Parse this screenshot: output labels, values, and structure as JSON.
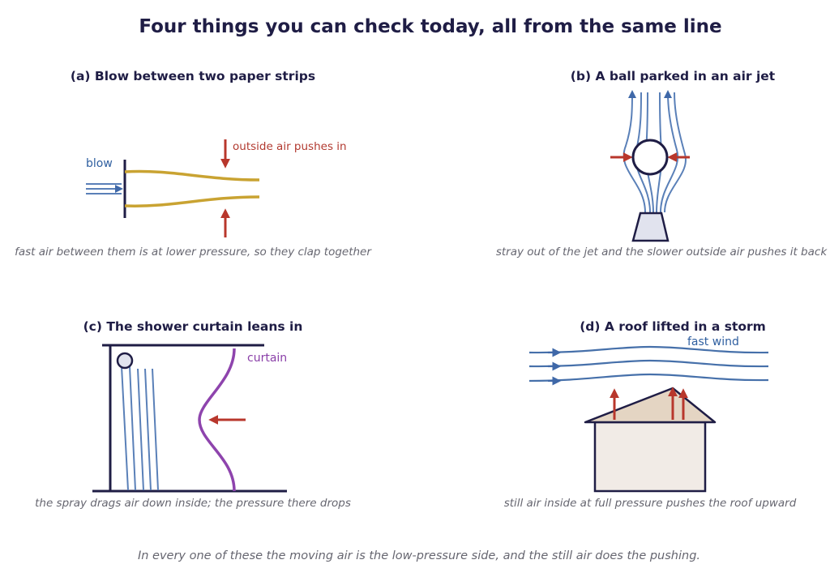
{
  "title": "Four things you can check today, all from the same line",
  "panels": {
    "a": {
      "title": "(a) Blow between two paper strips",
      "label_blow": "blow",
      "label_push": "outside air pushes in",
      "caption": "fast air between them is at lower pressure, so they clap together"
    },
    "b": {
      "title": "(b) A ball parked in an air jet",
      "caption": "stray out of the jet and the slower outside air pushes it back"
    },
    "c": {
      "title": "(c) The shower curtain leans in",
      "label_curtain": "curtain",
      "caption": "the spray drags air down inside; the pressure there drops"
    },
    "d": {
      "title": "(d) A roof lifted in a storm",
      "label_wind": "fast wind",
      "caption": "still air inside at full pressure pushes the roof upward"
    }
  },
  "footer": "In every one of these the moving air is the low-pressure side, and the still air does the pushing.",
  "colors": {
    "ink": "#1f1d45",
    "flow": "#5a80b8",
    "pressure_arrow": "#b8372c",
    "paper_strip": "#c9a332",
    "curtain": "#8a3fa8"
  }
}
